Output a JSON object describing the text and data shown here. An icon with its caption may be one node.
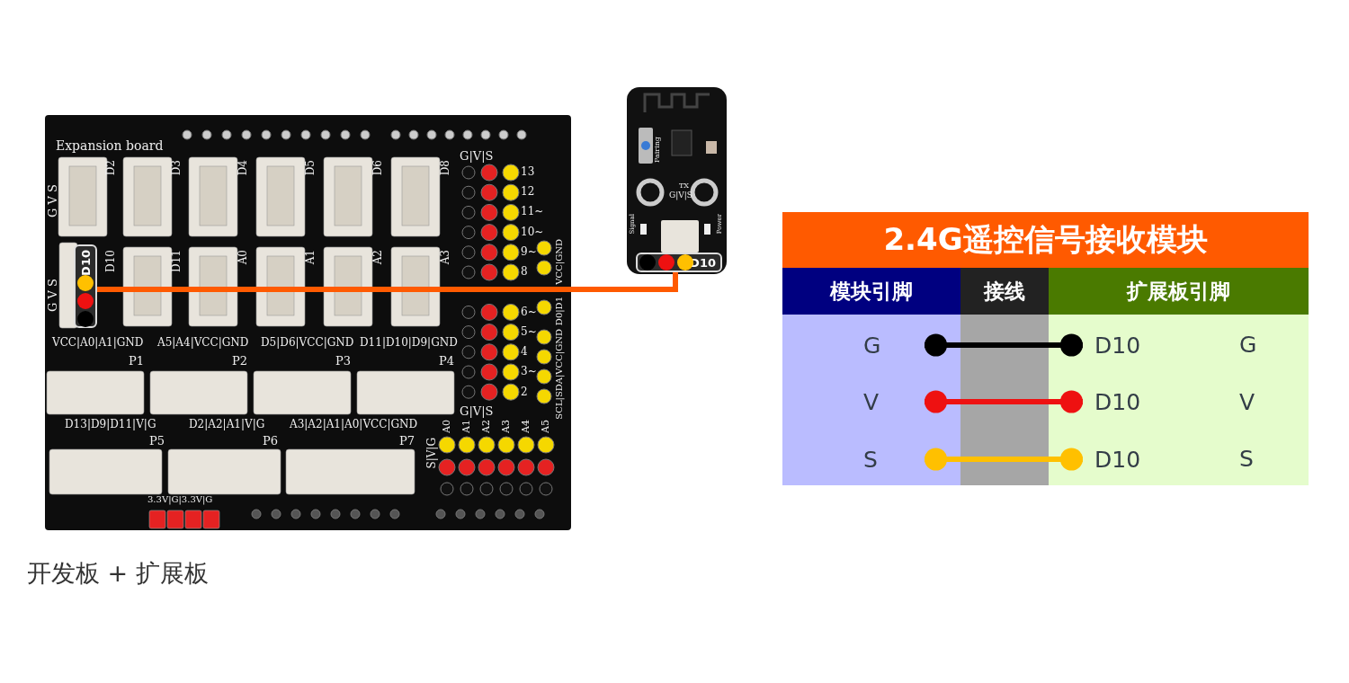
{
  "diagram": {
    "caption": "开发板 + 扩展板",
    "nodes": [
      {
        "text": [
          "Expansion board"
        ]
      },
      {
        "text": [
          "D10"
        ],
        "in": 0
      },
      {
        "text": [],
        "shape": "picture"
      },
      {
        "text": [
          "D10"
        ],
        "in": 2
      },
      {
        "text": [
          "G"
        ]
      },
      {
        "text": [
          "V"
        ]
      },
      {
        "text": [
          "S"
        ]
      },
      {
        "text": [
          "D10"
        ]
      },
      {
        "text": [
          "D10"
        ]
      },
      {
        "text": [
          "D10"
        ]
      }
    ],
    "edges": [
      {
        "from": 3,
        "to": 1,
        "arrow": "none",
        "color": "#ff5a00"
      },
      {
        "from": 4,
        "to": 7,
        "arrow": "other",
        "color": "#000000"
      },
      {
        "from": 5,
        "to": 8,
        "arrow": "other",
        "color": "#ee1111"
      },
      {
        "from": 6,
        "to": 9,
        "arrow": "other",
        "color": "#ffc000"
      }
    ],
    "labels": [
      "2.4G遥控信号接收模块",
      "模块引脚",
      "接线",
      "扩展板引脚",
      "G",
      "V",
      "S",
      "G V S",
      "D2",
      "D3",
      "D4",
      "D5",
      "D6",
      "D8",
      "G V S",
      "D10",
      "D11",
      "A0",
      "A1",
      "A2",
      "A3",
      "G|V|S",
      "13",
      "12",
      "11~",
      "10~",
      "9~",
      "8",
      "6~",
      "5~",
      "4",
      "3~",
      "2",
      "G|V|S",
      "VCC|GND",
      "D0|D1",
      "SCL|SDA|VCC|GND",
      "VCC|A0|A1|GND",
      "P1",
      "A5|A4|VCC|GND",
      "P2",
      "D5|D6|VCC|GND",
      "P3",
      "D11|D10|D9|GND",
      "P4",
      "D13|D9|D11|V|G",
      "P5",
      "D2|A2|A1|V|G",
      "P6",
      "A3|A2|A1|A0|VCC|GND",
      "P7",
      "A0",
      "A1",
      "A2",
      "A3",
      "A4",
      "A5",
      "S|V|G",
      "3.3V|G|3.3V|G",
      "Pairing",
      "TX",
      "G|V|S",
      "Signal",
      "Power"
    ]
  }
}
